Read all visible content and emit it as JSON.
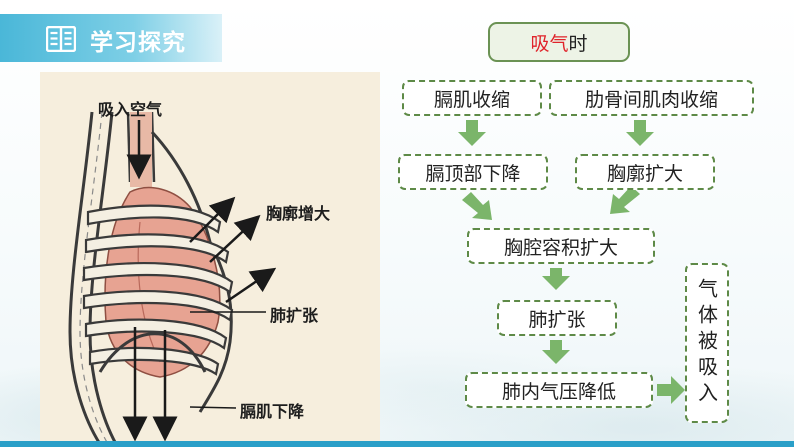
{
  "header": {
    "title": "学习探究",
    "icon": "book-icon"
  },
  "figure": {
    "labels": {
      "inhale_air": "吸入空气",
      "chest_expand": "胸廓增大",
      "lung_expand": "肺扩张",
      "diaphragm_down": "膈肌下降"
    }
  },
  "flow": {
    "title_highlight": "吸气",
    "title_suffix": "时",
    "nodes": {
      "diaphragm_contract": "膈肌收缩",
      "intercostal_contract": "肋骨间肌肉收缩",
      "diaphragm_top_down": "膈顶部下降",
      "thorax_expand": "胸廓扩大",
      "cavity_volume_expand": "胸腔容积扩大",
      "lung_expand": "肺扩张",
      "lung_pressure_down": "肺内气压降低",
      "gas_inhaled": "气体被吸入"
    }
  },
  "colors": {
    "banner": "#4ab7d8",
    "title_accent": "#e0242b",
    "node_border": "#5e8a47",
    "arrow": "#7bb56a",
    "bottom_bar": "#2a9fc8"
  }
}
